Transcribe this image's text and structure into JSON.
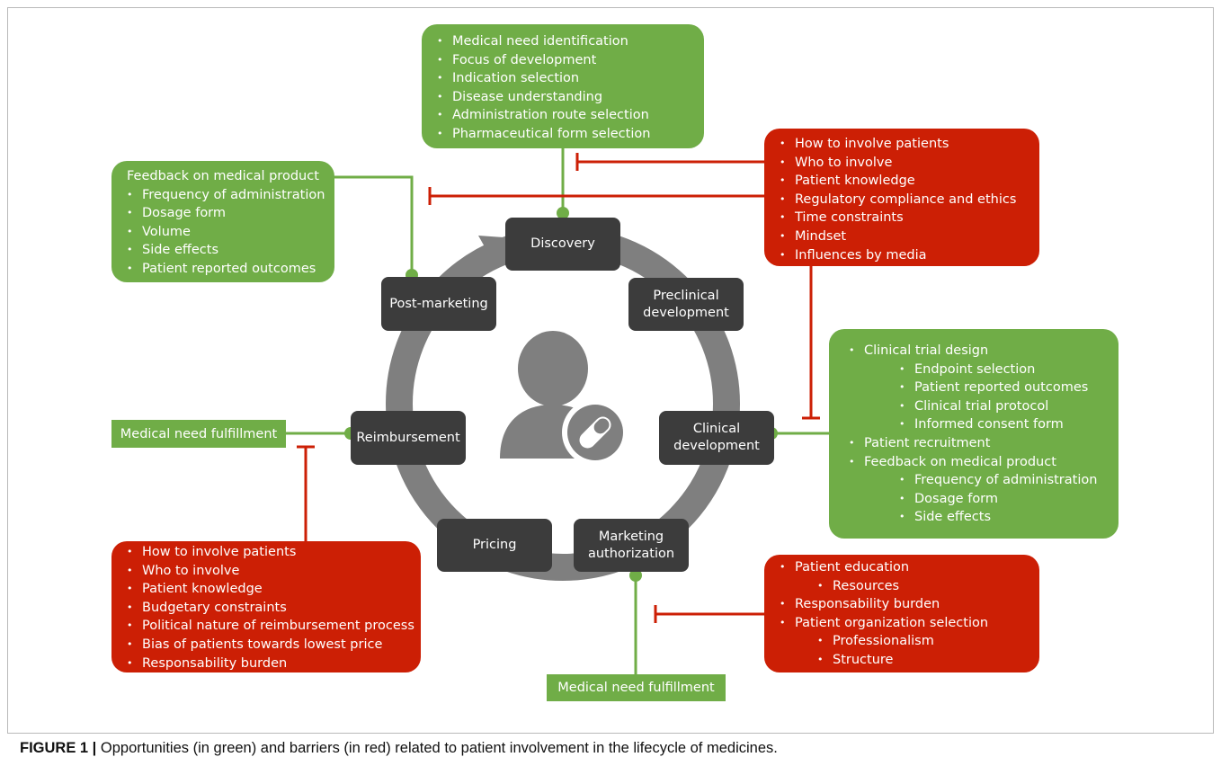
{
  "stages": {
    "discovery": "Discovery",
    "preclinical_line1": "Preclinical",
    "preclinical_line2": "development",
    "clinical_line1": "Clinical",
    "clinical_line2": "development",
    "marketing_line1": "Marketing",
    "marketing_line2": "authorization",
    "pricing": "Pricing",
    "reimbursement": "Reimbursement",
    "post_marketing": "Post-marketing"
  },
  "discovery_opportunities": [
    "Medical need identification",
    "Focus of development",
    "Indication selection",
    "Disease understanding",
    "Administration route selection",
    "Pharmaceutical form selection"
  ],
  "discovery_barriers": [
    "How to involve patients",
    "Who to involve",
    "Patient knowledge",
    "Regulatory compliance and ethics",
    "Time constraints",
    "Mindset",
    "Influences by media"
  ],
  "post_marketing_opportunities": {
    "heading": "Feedback on medical product",
    "items": [
      "Frequency of administration",
      "Dosage form",
      "Volume",
      "Side effects",
      "Patient reported outcomes"
    ]
  },
  "clinical_opportunities": {
    "design": "Clinical trial design",
    "design_items": [
      "Endpoint selection",
      "Patient reported outcomes",
      "Clinical trial protocol",
      "Informed consent form"
    ],
    "recruitment": "Patient recruitment",
    "feedback": "Feedback on medical product",
    "feedback_items": [
      "Frequency of administration",
      "Dosage form",
      "Side effects"
    ]
  },
  "reimbursement_opportunity": "Medical need fulfillment",
  "reimbursement_barriers": [
    "How to involve patients",
    "Who to involve",
    "Patient knowledge",
    "Budgetary constraints",
    "Political nature of reimbursement process",
    "Bias of patients towards lowest price",
    "Responsability burden"
  ],
  "marketing_opportunity": "Medical need fulfillment",
  "marketing_barriers": {
    "education": "Patient education",
    "education_items": [
      "Resources"
    ],
    "burden": "Responsability burden",
    "selection": "Patient organization selection",
    "selection_items": [
      "Professionalism",
      "Structure"
    ]
  },
  "caption": {
    "label": "FIGURE 1 |",
    "text": " Opportunities (in green) and barriers (in red) related to patient involvement in the lifecycle of medicines."
  },
  "colors": {
    "opportunity": "#70ad47",
    "barrier": "#cc1f05",
    "stage": "#3c3c3c",
    "cycle": "#7f7f7f"
  },
  "icons": [
    "patient-icon",
    "pill-icon",
    "cycle-arrow-icon"
  ]
}
